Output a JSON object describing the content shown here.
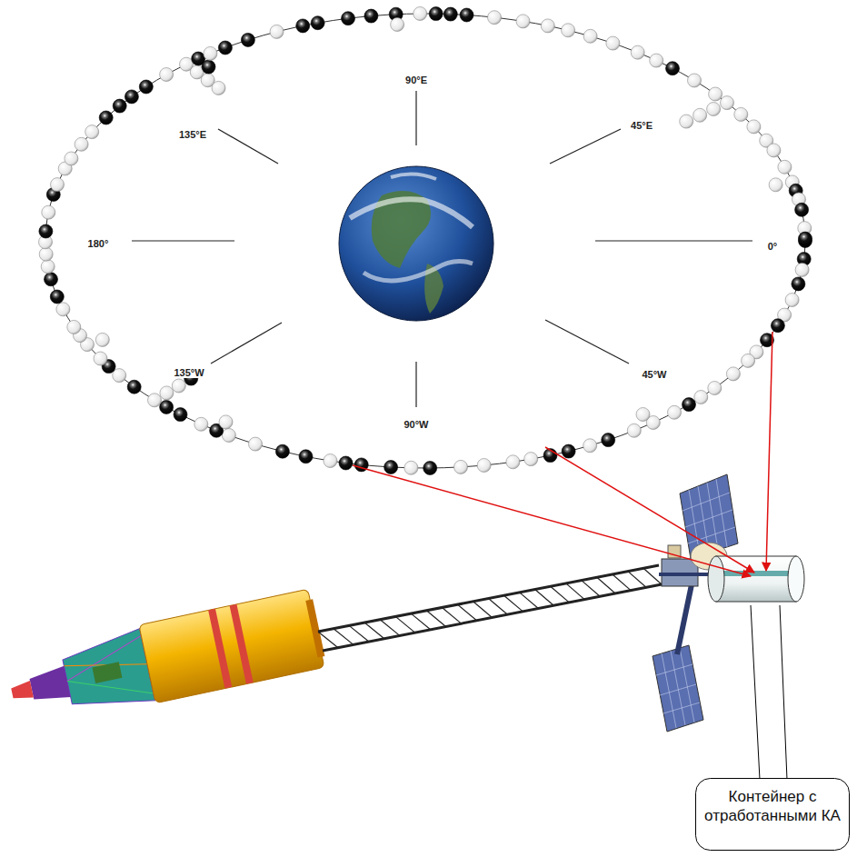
{
  "diagram": {
    "nodes": [
      {
        "text": [
          "Контейнер с отработанными КА"
        ]
      }
    ],
    "labels": [
      "90°E",
      "45°E",
      "0°",
      "45°W",
      "90°W",
      "135°W",
      "180°",
      "135°E"
    ]
  }
}
